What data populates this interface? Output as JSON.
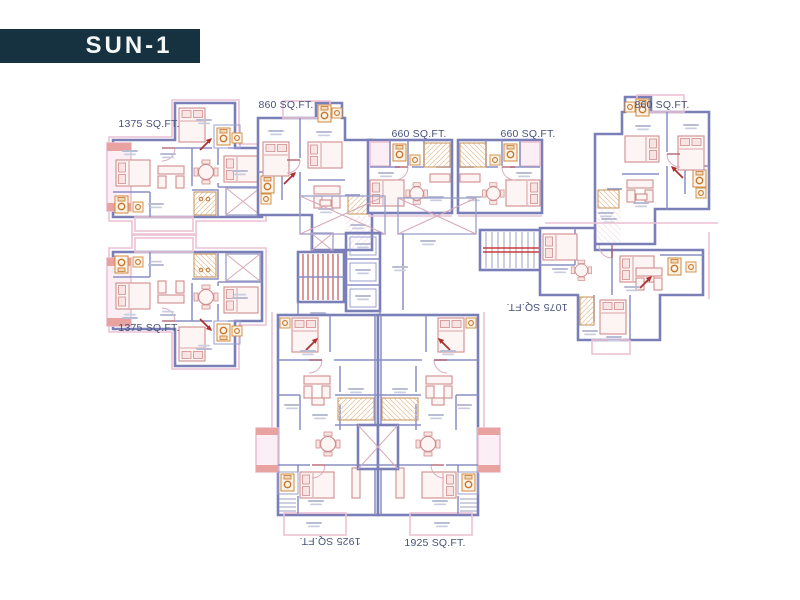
{
  "title": "SUN-1",
  "area_labels": [
    {
      "text": "1375 SQ.FT.",
      "rotated": false
    },
    {
      "text": "860 SQ.FT.",
      "rotated": false
    },
    {
      "text": "660 SQ.FT.",
      "rotated": false
    },
    {
      "text": "660 SQ.FT.",
      "rotated": false
    },
    {
      "text": "860 SQ.FT.",
      "rotated": false
    },
    {
      "text": "1075 SQ.FT.",
      "rotated": true
    },
    {
      "text": "1375 SQ.FT.",
      "rotated": false
    },
    {
      "text": "1925 SQ.FT.",
      "rotated": true
    },
    {
      "text": "1925 SQ.FT.",
      "rotated": false
    }
  ],
  "palette": {
    "title_bg": "#163140",
    "title_text": "#f4f7f8",
    "label_text": "#47527a",
    "wall": "#7b7fb8",
    "balcony_pink": "#ecc1d4",
    "furniture": "#cf8d8d",
    "fixture_orange": "#c8772e",
    "stair_red": "#cc3a3a",
    "background": "#ffffff"
  }
}
